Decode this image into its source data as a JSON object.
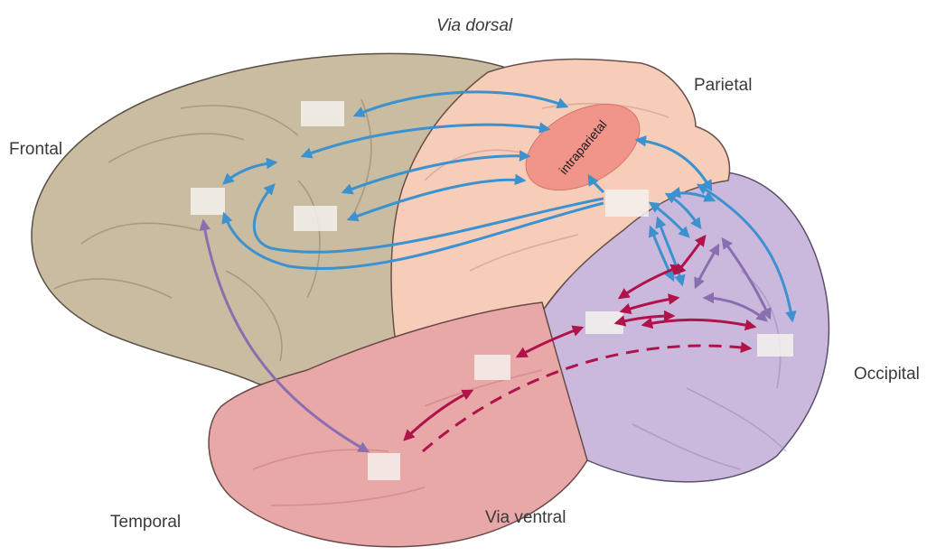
{
  "labels": {
    "dorsal_stream": "Via dorsal",
    "parietal": "Parietal",
    "frontal": "Frontal",
    "occipital": "Occipital",
    "temporal": "Temporal",
    "ventral_stream": "Via ventral",
    "intraparietal": "intraparietal"
  },
  "colors": {
    "frontal_lobe": "#c9bca0",
    "parietal_lobe": "#f6cdb8",
    "occipital_lobe": "#cab9dc",
    "temporal_lobe": "#e8a8a8",
    "intraparietal_area": "#f1948a",
    "dorsal_arrows": "#3b92cf",
    "ventral_arrows": "#b0124a",
    "cross_arrows": "#8a6fb0",
    "blank_boxes": "#f4f1ec"
  }
}
